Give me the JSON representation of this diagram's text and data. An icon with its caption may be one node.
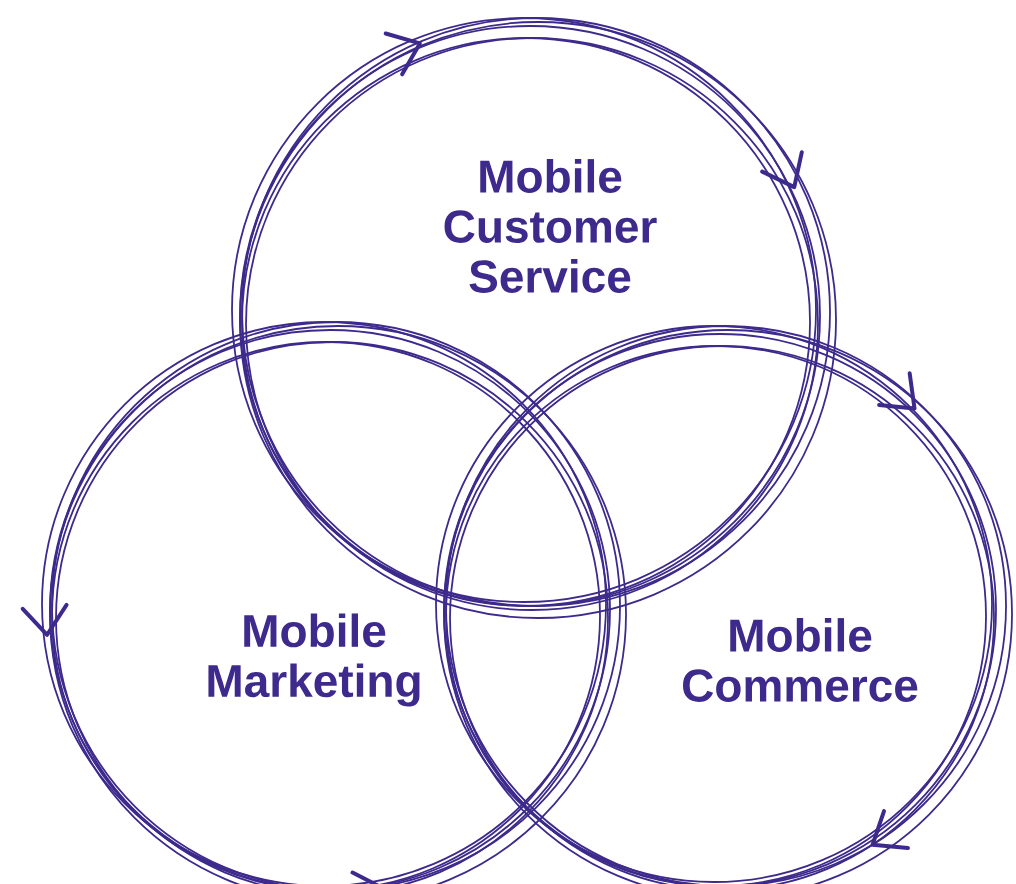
{
  "diagram": {
    "nodes": [
      {
        "text": [
          "Mobile Customer Service"
        ]
      },
      {
        "text": [
          "Mobile Marketing"
        ]
      },
      {
        "text": [
          "Mobile Commerce"
        ]
      }
    ]
  }
}
